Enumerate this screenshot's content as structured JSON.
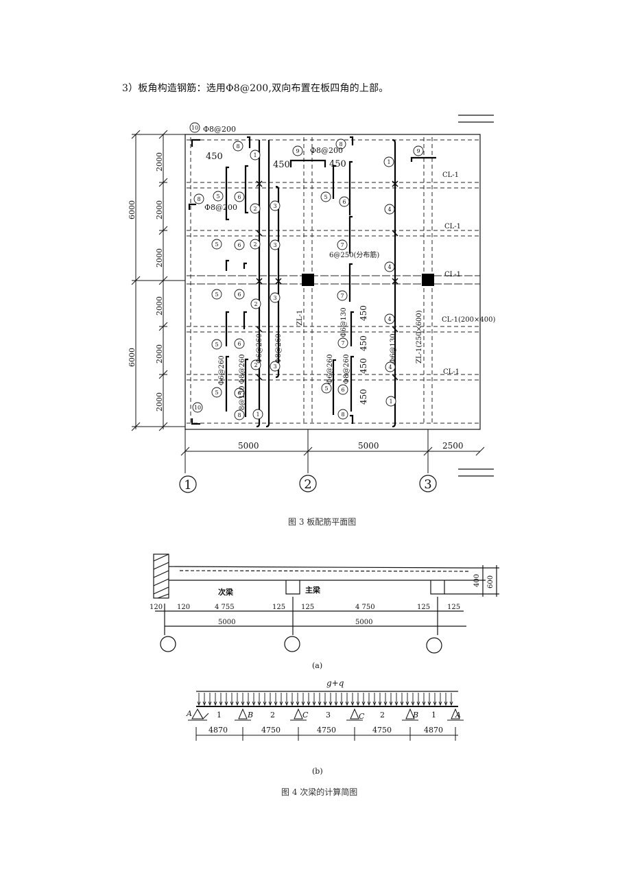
{
  "paragraph": "3）板角构造钢筋：选用Φ8@200,双向布置在板四角的上部。",
  "fig3": {
    "caption": "图 3  板配筋平面图",
    "dims_left": [
      "2000",
      "2000",
      "2000",
      "2000",
      "2000",
      "2000"
    ],
    "dims_left_total": [
      "6000",
      "6000"
    ],
    "dims_bottom": [
      "5000",
      "5000",
      "2500"
    ],
    "axes": [
      "1",
      "2",
      "3"
    ],
    "beam_labels": [
      "CL-1",
      "CL-1",
      "CL-1",
      "CL-1(200×400)",
      "CL-1"
    ],
    "zl_labels": [
      "ZL-1",
      "ZL-1(250×600)"
    ],
    "notes": {
      "corner10": "Φ8@200",
      "top9": "Φ8@200",
      "left8": "Φ8@200",
      "dist": "6@250(分布筋)",
      "d450": "450",
      "v1": "Φ6@260",
      "v2": "Φ8@260",
      "v3": "8@130",
      "v4": "Φ6@130",
      "v5": "Φ6@260",
      "v6": "Φ8@260"
    },
    "circle_labels": [
      "10",
      "8",
      "1",
      "9",
      "9",
      "1",
      "8",
      "5",
      "6",
      "2",
      "3",
      "5",
      "6",
      "4",
      "8",
      "5",
      "6",
      "2",
      "3",
      "7",
      "4",
      "5",
      "6",
      "2",
      "3",
      "7",
      "4",
      "5",
      "6",
      "2",
      "3",
      "7",
      "4",
      "5",
      "6",
      "8",
      "1",
      "5",
      "6",
      "8",
      "1",
      "10"
    ]
  },
  "fig4": {
    "caption": "图 4    次梁的计算简图",
    "a": {
      "label": "(a)",
      "secondary_beam": "次梁",
      "main_beam": "主梁",
      "dims_top": [
        "120",
        "120",
        "4 755",
        "125",
        "125",
        "4 750",
        "125",
        "125"
      ],
      "dims_bottom": [
        "5000",
        "5000"
      ],
      "heights": [
        "400",
        "600"
      ]
    },
    "b": {
      "label": "(b)",
      "load": "g+q",
      "supports": [
        "A",
        "B",
        "C",
        "C",
        "B",
        "A"
      ],
      "spans": [
        "1",
        "2",
        "3",
        "2",
        "1"
      ],
      "dims": [
        "4870",
        "4750",
        "4750",
        "4750",
        "4870"
      ]
    }
  }
}
